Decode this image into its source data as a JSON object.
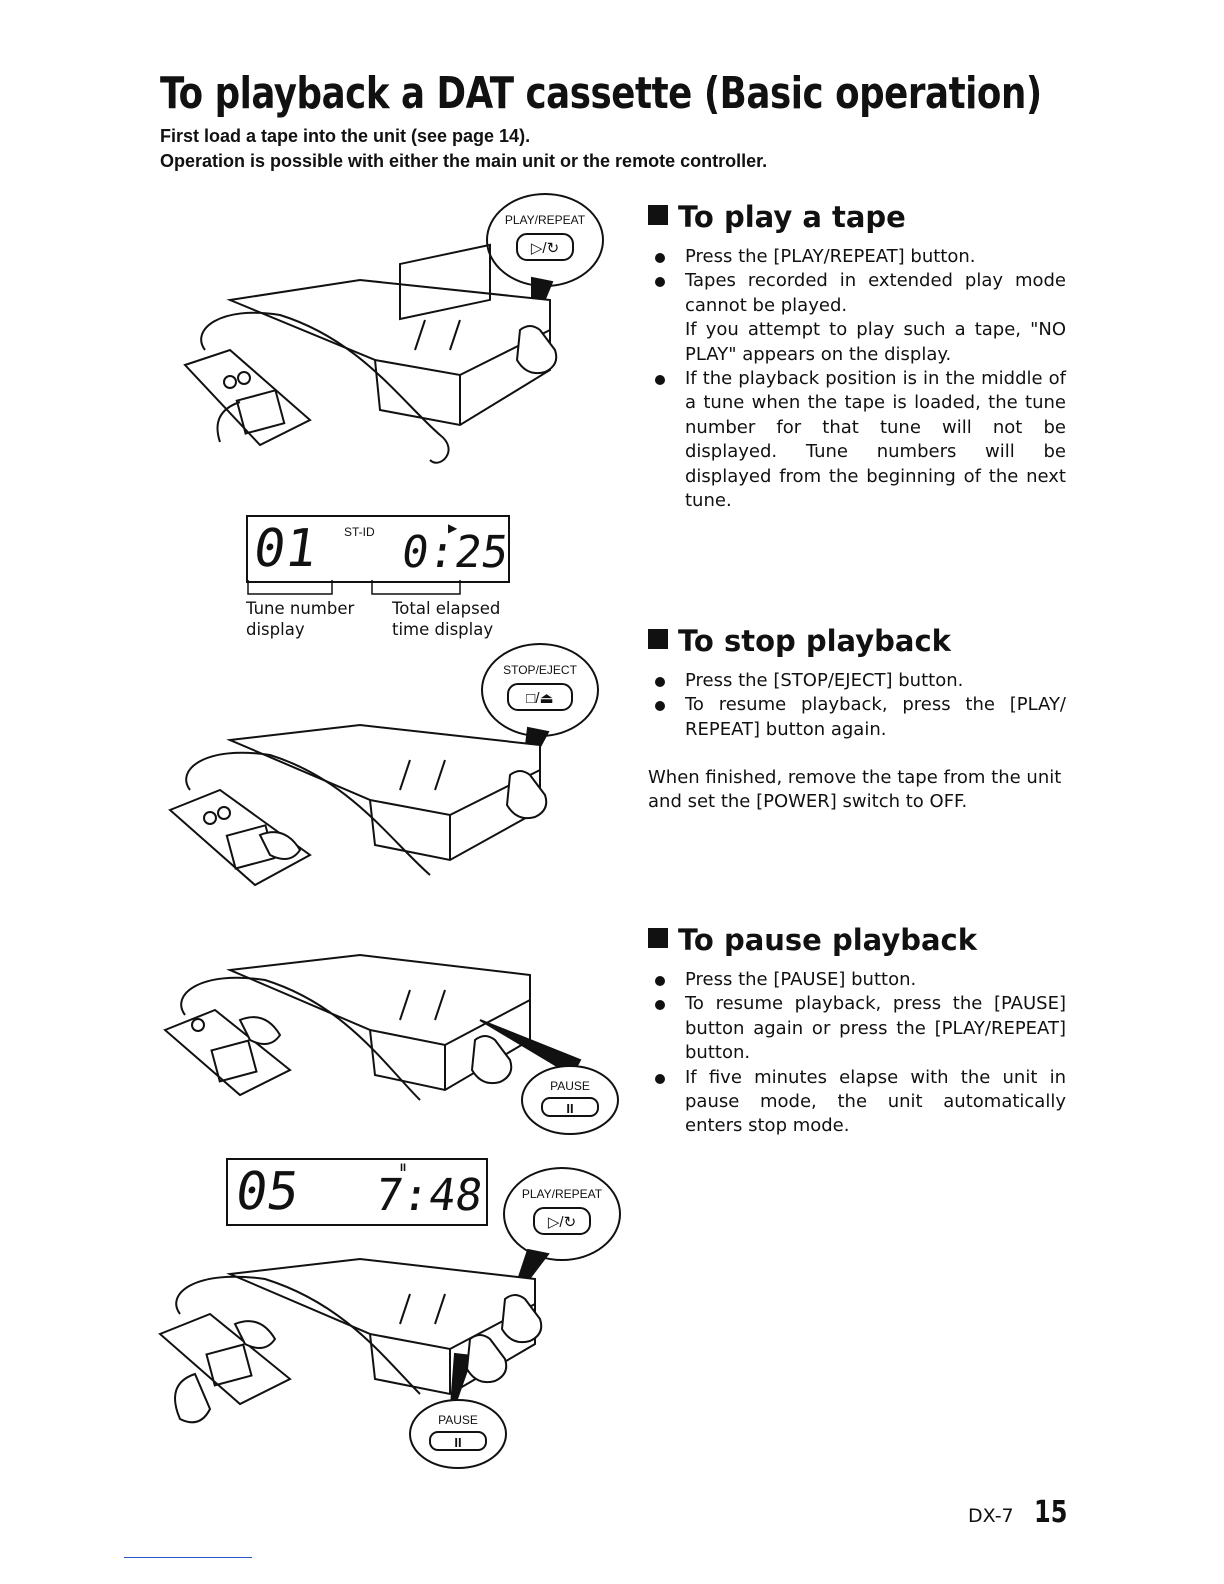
{
  "title": "To playback a DAT cassette (Basic operation)",
  "intro": {
    "line1": "First load a tape into the unit (see page 14).",
    "line2": "Operation is possible with either the main unit or the remote controller."
  },
  "sections": {
    "play": {
      "heading": "To play a tape",
      "bullets": [
        "Press the [PLAY/REPEAT] button.",
        "Tapes recorded in extended play mode cannot be played.",
        "If the playback position is in the middle of a tune when the tape is loaded, the tune number for that tune will not be displayed. Tune numbers will be displayed from the beginning of the next tune."
      ],
      "bullet2_extra": "If you attempt to play such a tape, \"NO PLAY\" appears on the display."
    },
    "stop": {
      "heading": "To stop playback",
      "bullets": [
        "Press the [STOP/EJECT] button.",
        "To resume playback, press the [PLAY/ REPEAT] button again."
      ],
      "note": "When finished, remove the tape from the unit and set the [POWER] switch to OFF."
    },
    "pause": {
      "heading": "To pause playback",
      "bullets": [
        "Press the [PAUSE] button.",
        "To resume playback, press the [PAUSE] button again or press the [PLAY/REPEAT] button.",
        "If five minutes elapse with the unit in pause mode, the unit automatically enters stop mode."
      ]
    }
  },
  "figures": {
    "play_repeat_label": "PLAY/REPEAT",
    "play_repeat_symbol": "▷/↻",
    "stop_eject_label": "STOP/EJECT",
    "stop_eject_symbol": "□/⏏",
    "pause_label": "PAUSE",
    "pause_symbol": "II",
    "lcd1": {
      "tune": "01",
      "st_id": "ST-ID",
      "time": "0:25"
    },
    "lcd2": {
      "tune": "05",
      "time": "7:48",
      "pause_mark": "II"
    },
    "tune_number_label": "Tune number display",
    "elapsed_label": "Total elapsed time display"
  },
  "footer": {
    "model": "DX-7",
    "page": "15"
  }
}
